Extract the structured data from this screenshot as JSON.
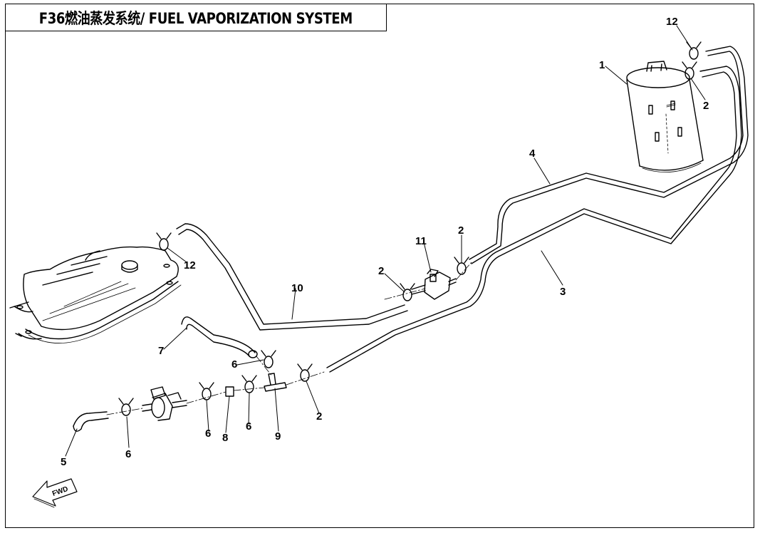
{
  "title": "F36燃油蒸发系统/ FUEL VAPORIZATION SYSTEM",
  "fwd_label": "FWD",
  "callouts": [
    "1",
    "2",
    "2",
    "2",
    "2",
    "3",
    "4",
    "5",
    "6",
    "6",
    "6",
    "6",
    "7",
    "8",
    "9",
    "10",
    "11",
    "12",
    "12"
  ]
}
